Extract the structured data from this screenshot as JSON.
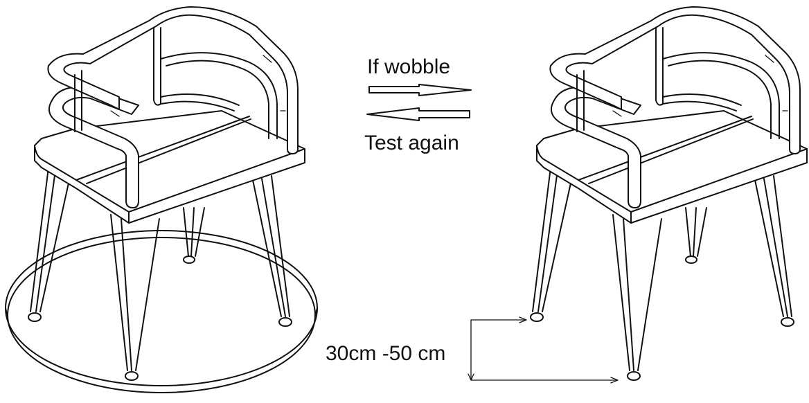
{
  "labels": {
    "if_wobble": "If wobble",
    "test_again": "Test again",
    "height_range": "30cm -50 cm"
  },
  "colors": {
    "line": "#111111",
    "background": "#ffffff"
  }
}
